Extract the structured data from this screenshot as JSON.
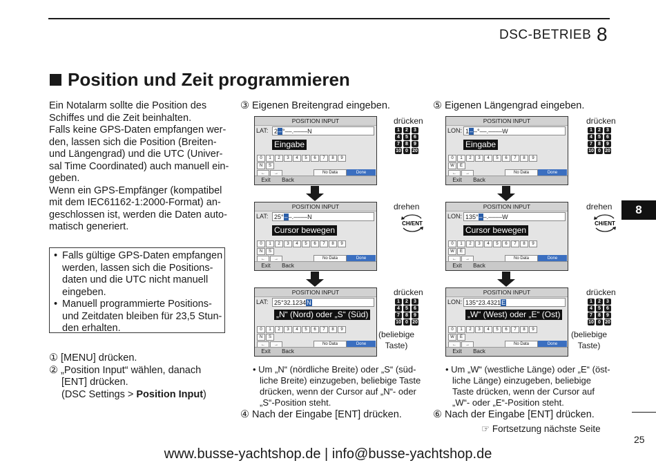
{
  "header": {
    "section": "DSC-BETRIEB",
    "chapter": "8"
  },
  "heading": "Position und Zeit programmieren",
  "intro_lines": [
    "Ein Notalarm sollte die Position des",
    "Schiffes und die Zeit beinhalten.",
    "Falls keine GPS-Daten empfangen wer-",
    "den, lassen sich die Position (Breiten-",
    "und Längengrad) und die UTC (Univer-",
    "sal Time Coordinated) auch manuell ein-",
    "geben.",
    "Wenn ein GPS-Empfänger (kompatibel",
    "mit dem IEC61162-1:2000-Format) an-",
    "geschlossen ist, werden die Daten auto-",
    "matisch generiert."
  ],
  "note": {
    "item1": [
      "Falls gültige GPS-Daten empfangen",
      "werden, lassen sich die Positions-",
      "daten und die UTC nicht manuell",
      "eingeben."
    ],
    "item2": [
      "Manuell programmierte Positions-",
      "und Zeitdaten bleiben für 23,5 Stun-",
      "den erhalten."
    ]
  },
  "steps_left": {
    "s1": "① [MENU] drücken.",
    "s2a": "② „Position Input“ wählen, danach",
    "s2b": "[ENT] drücken.",
    "s2c_prefix": "(DSC Settings > ",
    "s2c_bold": "Position Input",
    "s2c_suffix": ")"
  },
  "col_lat": {
    "head": "③ Eigenen Breitengrad eingeben.",
    "field": "LAT:",
    "screens": [
      {
        "value_pre": "2",
        "value_cur": "–",
        "value_post": "°––.––––N",
        "banner": "Eingabe",
        "label": "drücken"
      },
      {
        "value_pre": "25°",
        "value_cur": "–",
        "value_post": "–.––––N",
        "banner": "Cursor bewegen",
        "label": "drehen"
      },
      {
        "value_pre": "25°32.1234",
        "value_cur": "N",
        "value_post": "",
        "banner": "„N“ (Nord) oder „S“ (Süd)",
        "label": "drücken"
      }
    ],
    "any_key": [
      "(beliebige",
      "Taste)"
    ],
    "bullet": [
      "Um „N“ (nördliche Breite) oder „S“ (süd-",
      "liche Breite) einzugeben, beliebige Taste",
      "drücken, wenn der Cursor auf „N“- oder",
      "„S“-Position steht."
    ],
    "step4": "④ Nach der Eingabe [ENT] drücken.",
    "second_row_keys": [
      "N",
      "S"
    ]
  },
  "col_lon": {
    "head": "⑤ Eigenen Längengrad eingeben.",
    "field": "LON:",
    "screens": [
      {
        "value_pre": "1",
        "value_cur": "–",
        "value_post": "–°––.––––W",
        "banner": "Eingabe",
        "label": "drücken"
      },
      {
        "value_pre": "135°",
        "value_cur": "–",
        "value_post": "–.––––W",
        "banner": "Cursor bewegen",
        "label": "drehen"
      },
      {
        "value_pre": "135°23.4321",
        "value_cur": "E",
        "value_post": "",
        "banner": "„W“ (West) oder „E“ (Ost)",
        "label": "drücken"
      }
    ],
    "any_key": [
      "(beliebige",
      "Taste)"
    ],
    "bullet": [
      "Um „W“ (westliche Länge) oder „E“ (öst-",
      "liche Länge) einzugeben, beliebige",
      "Taste drücken, wenn der Cursor auf",
      "„W“- oder „E“-Position steht."
    ],
    "step6": "⑥ Nach der Eingabe [ENT] drücken.",
    "second_row_keys": [
      "W",
      "E"
    ]
  },
  "screen_common": {
    "title": "POSITION INPUT",
    "digits": [
      "0",
      "1",
      "2",
      "3",
      "4",
      "5",
      "6",
      "7",
      "8",
      "9"
    ],
    "no_data": "No Data",
    "done": "Done",
    "exit": "Exit",
    "back": "Back",
    "left_arrow": "←",
    "right_arrow": "→"
  },
  "keypad_rows": [
    [
      "1",
      "2",
      "3"
    ],
    [
      "4",
      "5",
      "6"
    ],
    [
      "7",
      "8",
      "9"
    ],
    [
      "10",
      "0",
      "20"
    ]
  ],
  "dial_label": "CH/ENT",
  "side_tab": "8",
  "continued": "☞ Fortsetzung nächste Seite",
  "page_number": "25",
  "footer": "www.busse-yachtshop.de  |  info@busse-yachtshop.de"
}
